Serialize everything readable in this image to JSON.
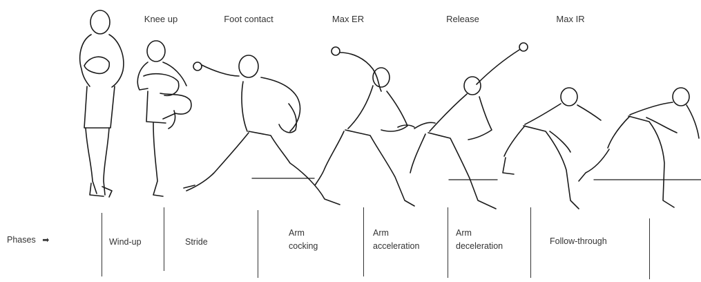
{
  "event_labels": [
    {
      "id": "knee-up",
      "text": "Knee up"
    },
    {
      "id": "foot-contact",
      "text": "Foot contact"
    },
    {
      "id": "max-er",
      "text": "Max ER"
    },
    {
      "id": "release",
      "text": "Release"
    },
    {
      "id": "max-ir",
      "text": "Max IR"
    }
  ],
  "phases_label": "Phases",
  "phases_arrow": "➡",
  "phases": [
    {
      "id": "wind-up",
      "lines": [
        "Wind-up"
      ]
    },
    {
      "id": "stride",
      "lines": [
        "Stride"
      ]
    },
    {
      "id": "arm-cocking",
      "lines": [
        "Arm",
        "cocking"
      ]
    },
    {
      "id": "arm-acceleration",
      "lines": [
        "Arm",
        "acceleration"
      ]
    },
    {
      "id": "arm-deceleration",
      "lines": [
        "Arm",
        "deceleration"
      ]
    },
    {
      "id": "follow-through",
      "lines": [
        "Follow-through"
      ]
    }
  ]
}
